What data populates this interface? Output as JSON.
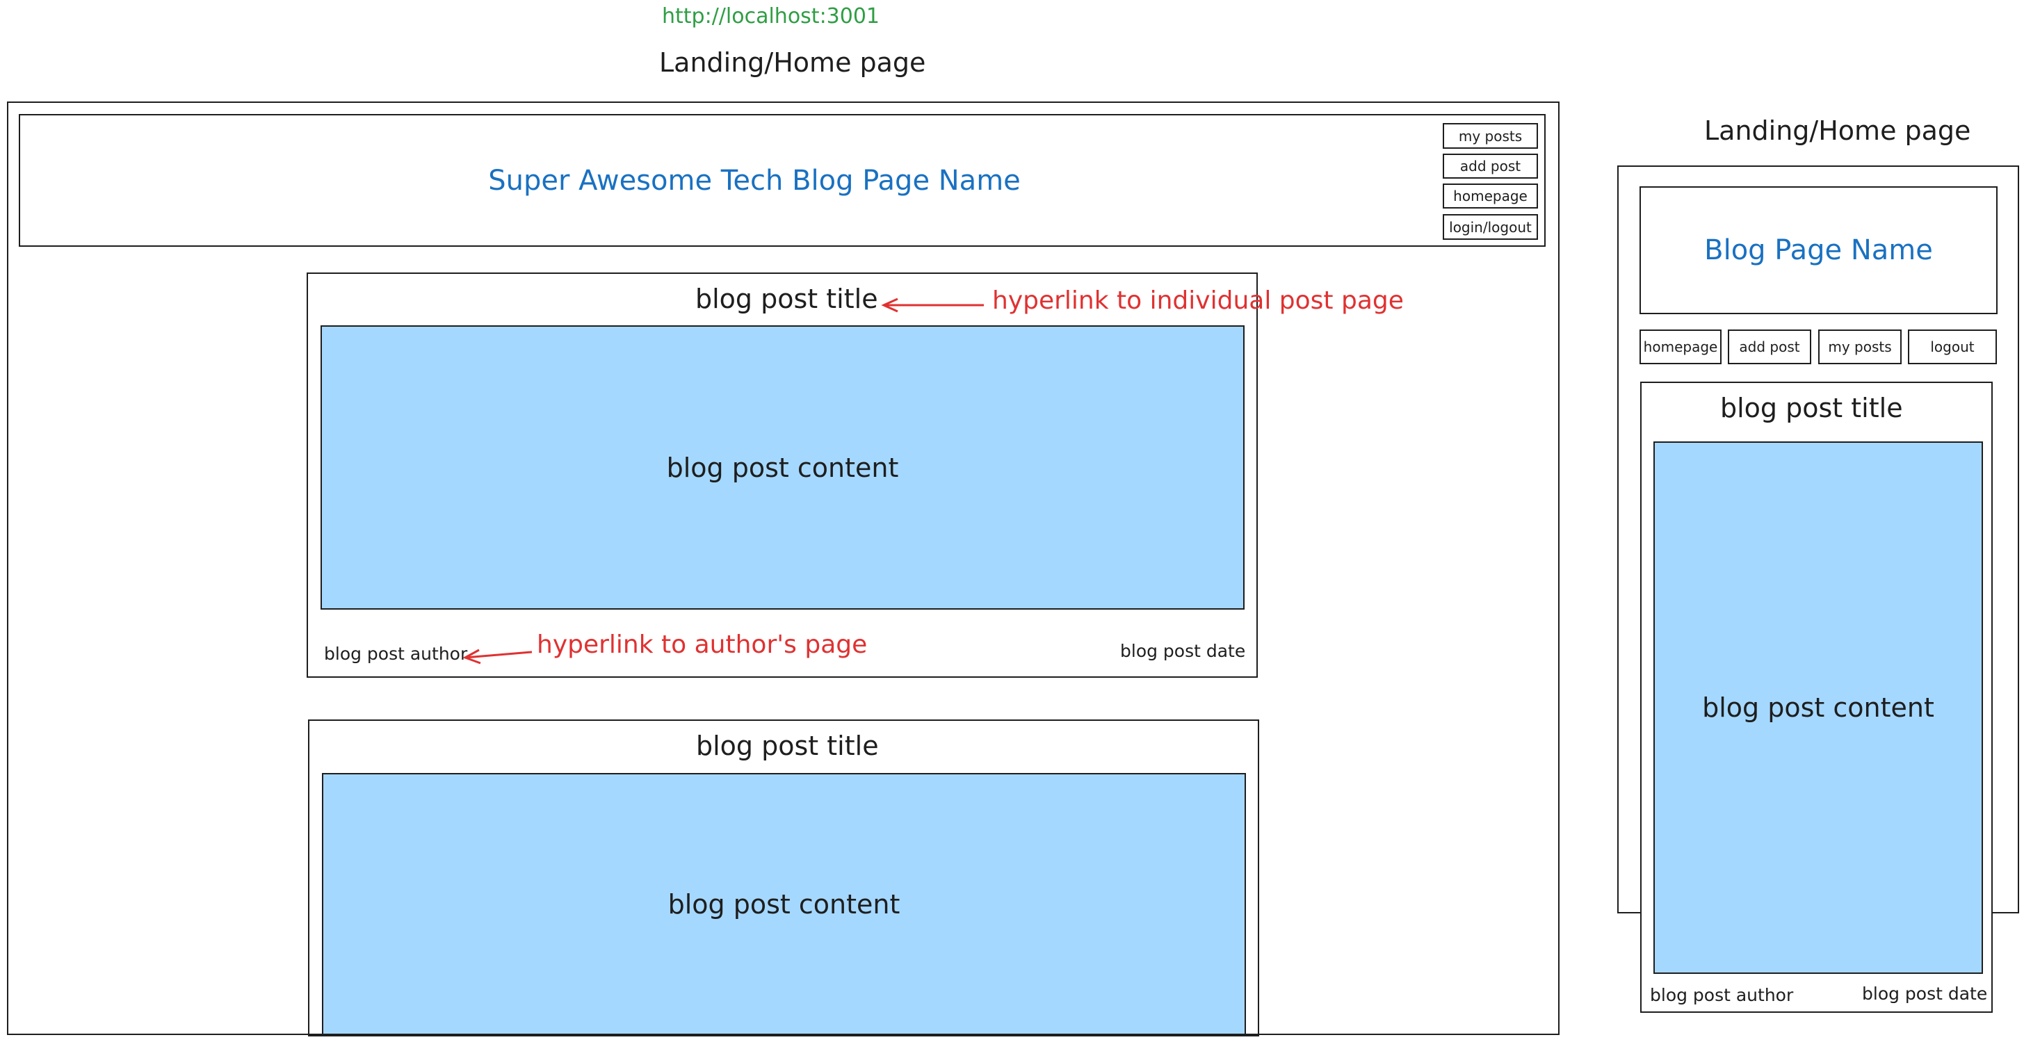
{
  "url": "http://localhost:3001",
  "desktop": {
    "heading": "Landing/Home page",
    "site_title": "Super Awesome Tech Blog Page Name",
    "nav": [
      "my posts",
      "add post",
      "homepage",
      "login/logout"
    ],
    "posts": [
      {
        "title": "blog post title",
        "content": "blog post content",
        "author": "blog post author",
        "date": "blog post date"
      },
      {
        "title": "blog post title",
        "content": "blog post content"
      }
    ],
    "annotations": {
      "title_link": "hyperlink to individual post page",
      "author_link": "hyperlink to author's page"
    }
  },
  "mobile": {
    "heading": "Landing/Home page",
    "site_title": "Blog Page Name",
    "nav": [
      "homepage",
      "add post",
      "my posts",
      "logout"
    ],
    "post": {
      "title": "blog post title",
      "content": "blog post content",
      "author": "blog post author",
      "date": "blog post date"
    }
  },
  "colors": {
    "stroke": "#1e1e1e",
    "content_fill": "#a5d8ff",
    "brand_blue": "#1971c2",
    "annotation_red": "#e03131",
    "url_green": "#2f9e44"
  }
}
